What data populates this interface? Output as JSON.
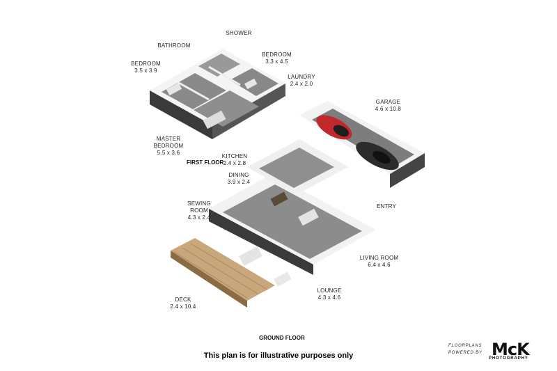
{
  "rooms": [
    {
      "id": "shower",
      "name": "SHOWER",
      "dims": ""
    },
    {
      "id": "bathroom",
      "name": "BATHROOM",
      "dims": ""
    },
    {
      "id": "bedroom1",
      "name": "BEDROOM",
      "dims": "3.5 x 3.9"
    },
    {
      "id": "bedroom2",
      "name": "BEDROOM",
      "dims": "3.3 x 4.5"
    },
    {
      "id": "laundry",
      "name": "LAUNDRY",
      "dims": "2.4 x 2.0"
    },
    {
      "id": "garage",
      "name": "GARAGE",
      "dims": "4.6 x 10.8"
    },
    {
      "id": "master",
      "name": "MASTER BEDROOM",
      "dims": "5.5 x 3.6"
    },
    {
      "id": "kitchen",
      "name": "KITCHEN",
      "dims": "2.4 x 2.8"
    },
    {
      "id": "dining",
      "name": "DINING",
      "dims": "3.9 x 2.4"
    },
    {
      "id": "sewing",
      "name": "SEWING ROOM",
      "dims": "4.3 x 2.4"
    },
    {
      "id": "entry",
      "name": "ENTRY",
      "dims": ""
    },
    {
      "id": "living",
      "name": "LIVING ROOM",
      "dims": "6.4 x 4.6"
    },
    {
      "id": "lounge",
      "name": "LOUNGE",
      "dims": "4.3 x 4.6"
    },
    {
      "id": "deck",
      "name": "DECK",
      "dims": "2.4 x 10.4"
    }
  ],
  "floors": {
    "first": "FIRST FLOOR",
    "ground": "GROUND FLOOR"
  },
  "disclaimer": "This plan is for illustrative purposes only",
  "brand": {
    "line1": "FLOORPLANS",
    "line2": "POWERED BY",
    "logo": "McK",
    "sub": "PHOTOGRAPHY"
  },
  "colors": {
    "wall": "#3a3a3a",
    "floor": "#8e8e8e",
    "wall_top": "#f2f2f2",
    "deck": "#c9a77c",
    "car_red": "#c0282d",
    "car_dark": "#2c2c2c"
  }
}
